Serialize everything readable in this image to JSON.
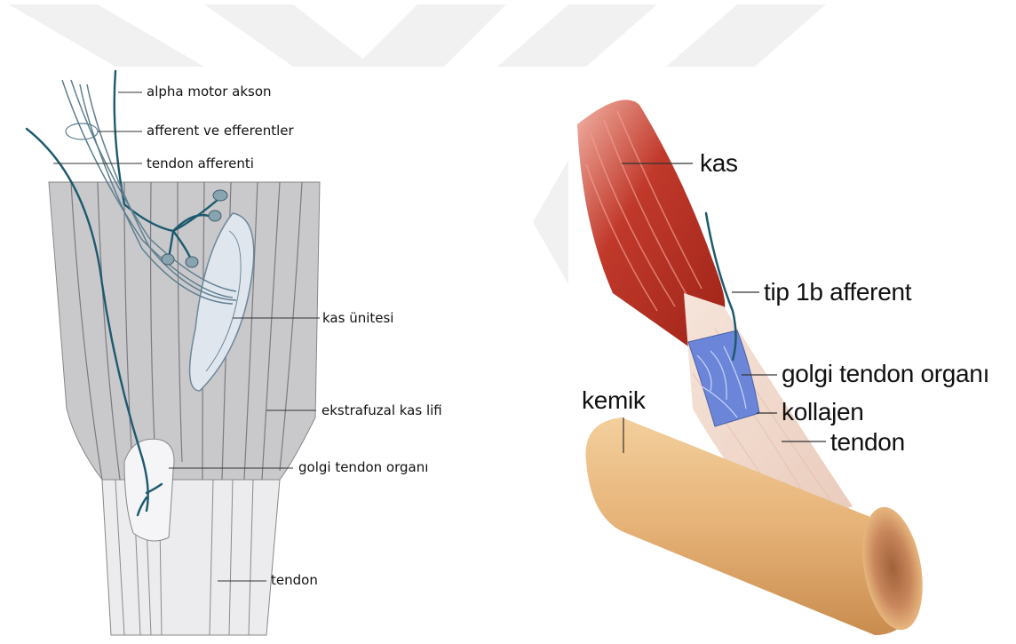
{
  "left_panel": {
    "labels": {
      "alpha_motor": "alpha motor akson",
      "afferent_efferent": "afferent ve efferentler",
      "tendon_afferent": "tendon afferenti",
      "muscle_unit": "kas ünitesi",
      "extrafusal": "ekstrafuzal kas lifi",
      "golgi": "golgi tendon organı",
      "tendon": "tendon"
    }
  },
  "right_panel": {
    "labels": {
      "muscle": "kas",
      "afferent_1b": "tip 1b afferent",
      "golgi": "golgi tendon organı",
      "bone": "kemik",
      "collagen": "kollajen",
      "tendon": "tendon"
    }
  },
  "colors": {
    "nerve": "#1d5a6e",
    "muscle_grey": "#c9c9cc",
    "muscle_red": "#c0392b",
    "bone": "#e8b57a",
    "tendon": "#f2ddd0",
    "golgi_blue": "#5c7fd6",
    "watermark": "#f0f0f0"
  }
}
